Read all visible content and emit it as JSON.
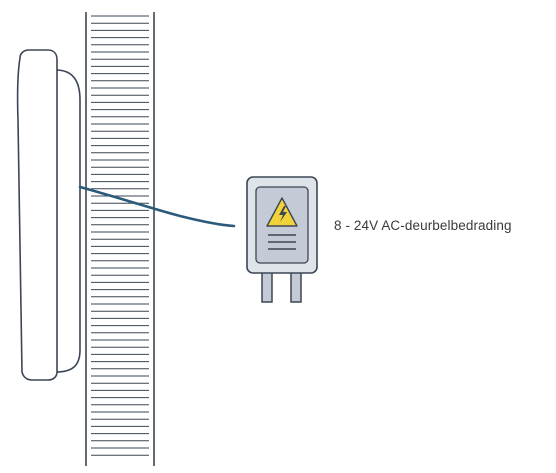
{
  "diagram": {
    "wiring_label": "8 - 24V AC-deurbelbedrading",
    "colors": {
      "outline": "#3c4654",
      "device_body": "#ffffff",
      "wire": "#2c5a7a",
      "transformer_body": "#dfe3ea",
      "transformer_face": "#c4cad6",
      "warning_sign": "#f2d23a"
    },
    "icons": [
      "doorbell-device",
      "wall-section",
      "bell-wire",
      "transformer-icon",
      "high-voltage-warning-icon"
    ]
  }
}
